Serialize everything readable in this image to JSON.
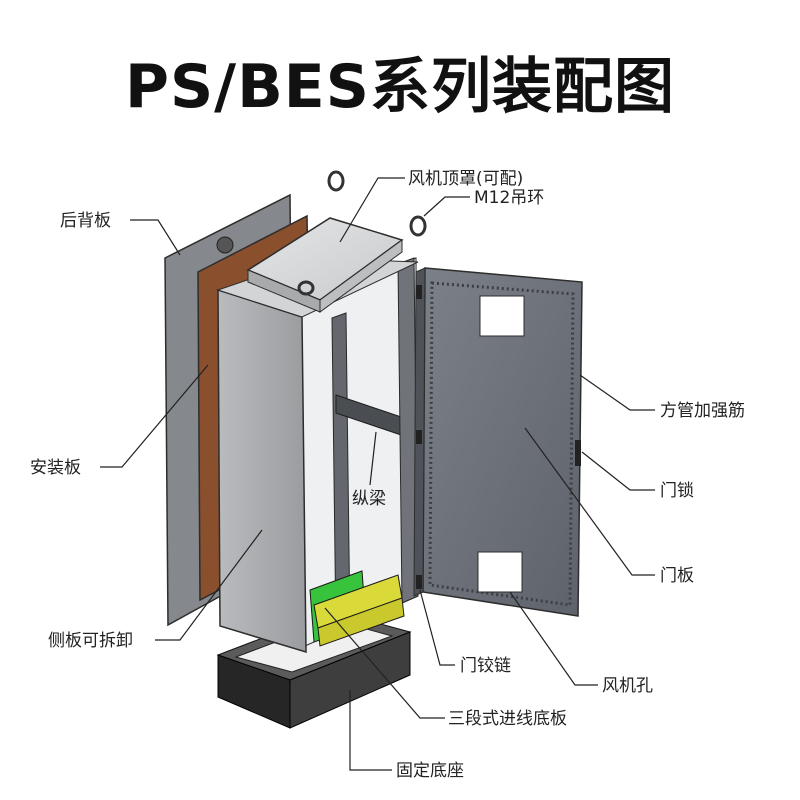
{
  "title": "PS/BES系列装配图",
  "labels": {
    "fan_top_cover": "风机顶罩(可配)",
    "lifting_ring": "M12吊环",
    "back_panel": "后背板",
    "mounting_plate": "安装板",
    "side_panel": "侧板可拆卸",
    "square_tube": "方管加强筋",
    "door_lock": "门锁",
    "door_panel": "门板",
    "longitudinal_beam": "纵梁",
    "door_hinge": "门铰链",
    "fan_hole": "风机孔",
    "gland_plate": "三段式进线底板",
    "fixed_base": "固定底座"
  }
}
